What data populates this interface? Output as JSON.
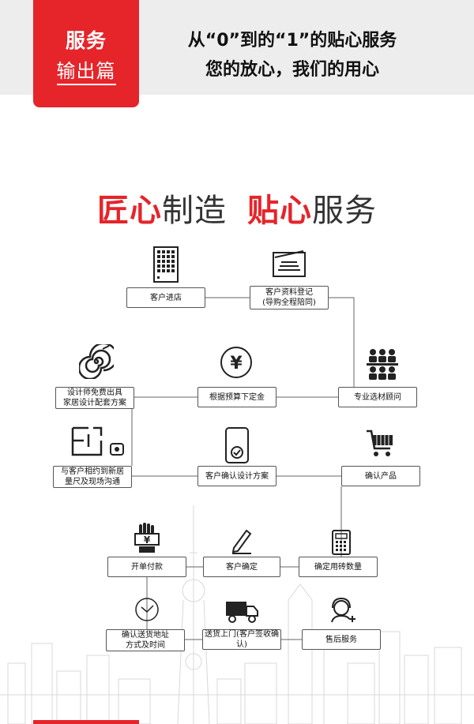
{
  "header": {
    "tab_line1": "服务",
    "tab_line2": "输出篇",
    "slogan_line1": "从“0”到的“1”的贴心服务",
    "slogan_line2": "您的放心，我们的用心"
  },
  "headline": {
    "part1_red": "匠心",
    "part1_black": "制造",
    "part2_red": "贴心",
    "part2_black": "服务"
  },
  "flow": {
    "steps": [
      {
        "label": "客户进店",
        "icon": "building-icon"
      },
      {
        "label": "客户资料登记\n(导购全程陪同)",
        "icon": "document-tray-icon"
      },
      {
        "label": "专业选材顾问",
        "icon": "meeting-group-icon"
      },
      {
        "label": "根据预算下定金",
        "icon": "yen-coin-icon"
      },
      {
        "label": "设计师免费出具\n家居设计配套方案",
        "icon": "spiral-icon"
      },
      {
        "label": "与客户相约到新居\n量尺及现场沟通",
        "icon": "floor-plan-tape-icon"
      },
      {
        "label": "客户确认设计方案",
        "icon": "phone-check-icon"
      },
      {
        "label": "确认产品",
        "icon": "shopping-cart-icon"
      },
      {
        "label": "确定用砖数量",
        "icon": "calculator-icon"
      },
      {
        "label": "客户确定",
        "icon": "pen-icon"
      },
      {
        "label": "开单付款",
        "icon": "hand-money-icon"
      },
      {
        "label": "确认送货地址\n方式及时间",
        "icon": "clock-icon"
      },
      {
        "label": "送货上门(客户签收确认)",
        "icon": "delivery-truck-icon"
      },
      {
        "label": "售后服务",
        "icon": "customer-service-icon"
      }
    ]
  },
  "colors": {
    "accent": "#e5252a",
    "header_bg": "#ededed",
    "line": "#555555"
  }
}
